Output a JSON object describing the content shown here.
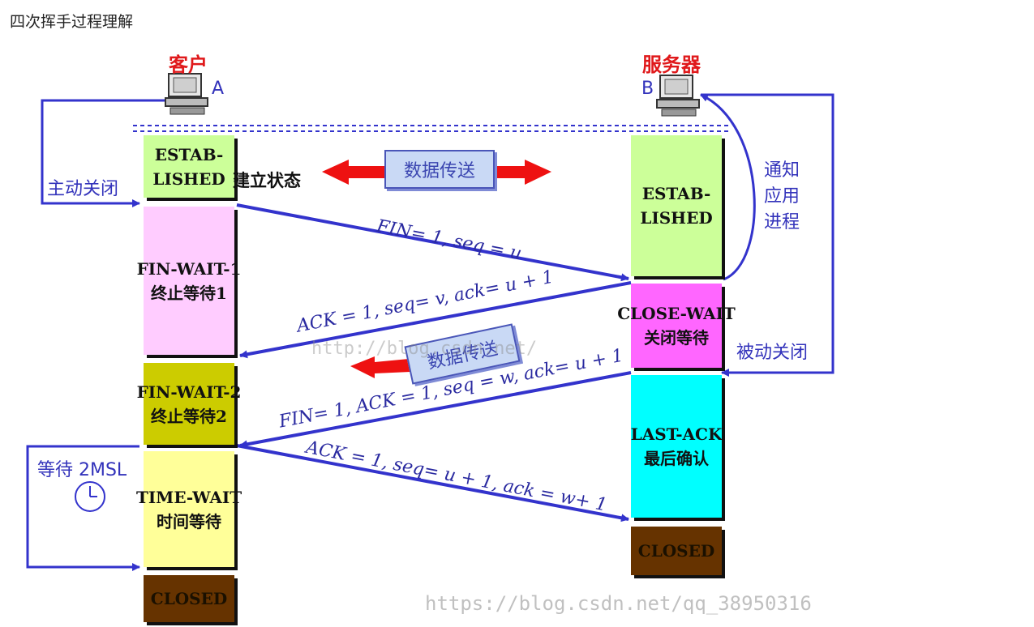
{
  "page_title": "四次挥手过程理解",
  "client": {
    "title": "客户",
    "letter": "A"
  },
  "server": {
    "title": "服务器",
    "letter": "B"
  },
  "client_states": [
    {
      "line1": "ESTAB-",
      "line2": "LISHED",
      "color": "#ccff99"
    },
    {
      "line1": "FIN-WAIT-1",
      "line2": "终止等待1",
      "color": "#ffccff"
    },
    {
      "line1": "FIN-WAIT-2",
      "line2": "终止等待2",
      "color": "#cccc00"
    },
    {
      "line1": "TIME-WAIT",
      "line2": "时间等待",
      "color": "#ffff99"
    },
    {
      "line1": "CLOSED",
      "color": "#663300"
    }
  ],
  "server_states": [
    {
      "line1": "ESTAB-",
      "line2": "LISHED",
      "color": "#ccff99"
    },
    {
      "line1": "CLOSE-WAIT",
      "line2": "关闭等待",
      "color": "#ff66ff"
    },
    {
      "line1": "LAST-ACK",
      "line2": "最后确认",
      "color": "#00ffff"
    },
    {
      "line1": "CLOSED",
      "color": "#663300"
    }
  ],
  "established_note": "建立状态",
  "data_transfer_label": "数据传送",
  "messages": {
    "fin1": "FIN= 1, seq = u",
    "ack1": "ACK = 1, seq= v, ack= u + 1",
    "fin2": "FIN= 1, ACK = 1, seq = w, ack= u + 1",
    "ack2": "ACK = 1, seq= u + 1, ack = w+ 1"
  },
  "side_labels": {
    "active_close": "主动关闭",
    "notify_app": [
      "通知",
      "应用",
      "进程"
    ],
    "passive_close": "被动关闭",
    "wait_2msl": "等待 2MSL"
  },
  "watermarks": {
    "middle": "http://blog.csdn.net/",
    "bottom": "https://blog.csdn.net/qq_38950316"
  },
  "colors": {
    "arrow_blue": "#3333cc",
    "arrow_red": "#ee1111",
    "title_red": "#e0191b"
  }
}
